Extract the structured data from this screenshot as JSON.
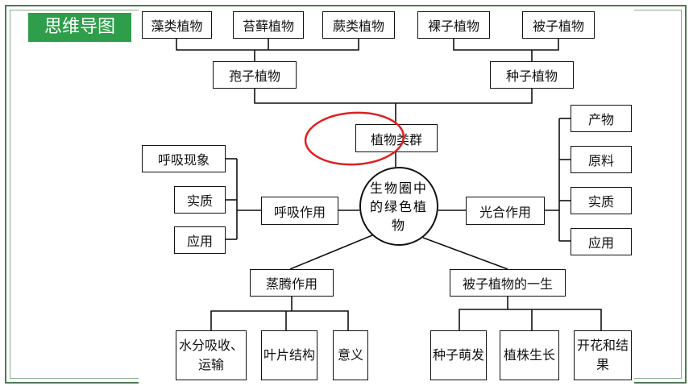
{
  "title_badge": "思维导图",
  "center": "生物圈中的绿色植物",
  "nodes": {
    "algae": "藻类植物",
    "moss": "苔藓植物",
    "fern": "蕨类植物",
    "gymno": "裸子植物",
    "angio": "被子植物",
    "spore": "孢子植物",
    "seed": "种子植物",
    "groups": "植物类群",
    "resp_phen": "呼吸现象",
    "resp_essence": "实质",
    "resp_app": "应用",
    "respiration": "呼吸作用",
    "photosynthesis": "光合作用",
    "product": "产物",
    "material": "原料",
    "photo_essence": "实质",
    "photo_app": "应用",
    "transpiration": "蒸腾作用",
    "life": "被子植物的一生",
    "water": "水分吸收、运输",
    "leaf": "叶片结构",
    "meaning": "意义",
    "germ": "种子萌发",
    "growth": "植株生长",
    "flower": "开花和结果"
  },
  "colors": {
    "badge": "#2f9e4a",
    "frame": "#4f7a55",
    "highlight": "#e02020"
  }
}
